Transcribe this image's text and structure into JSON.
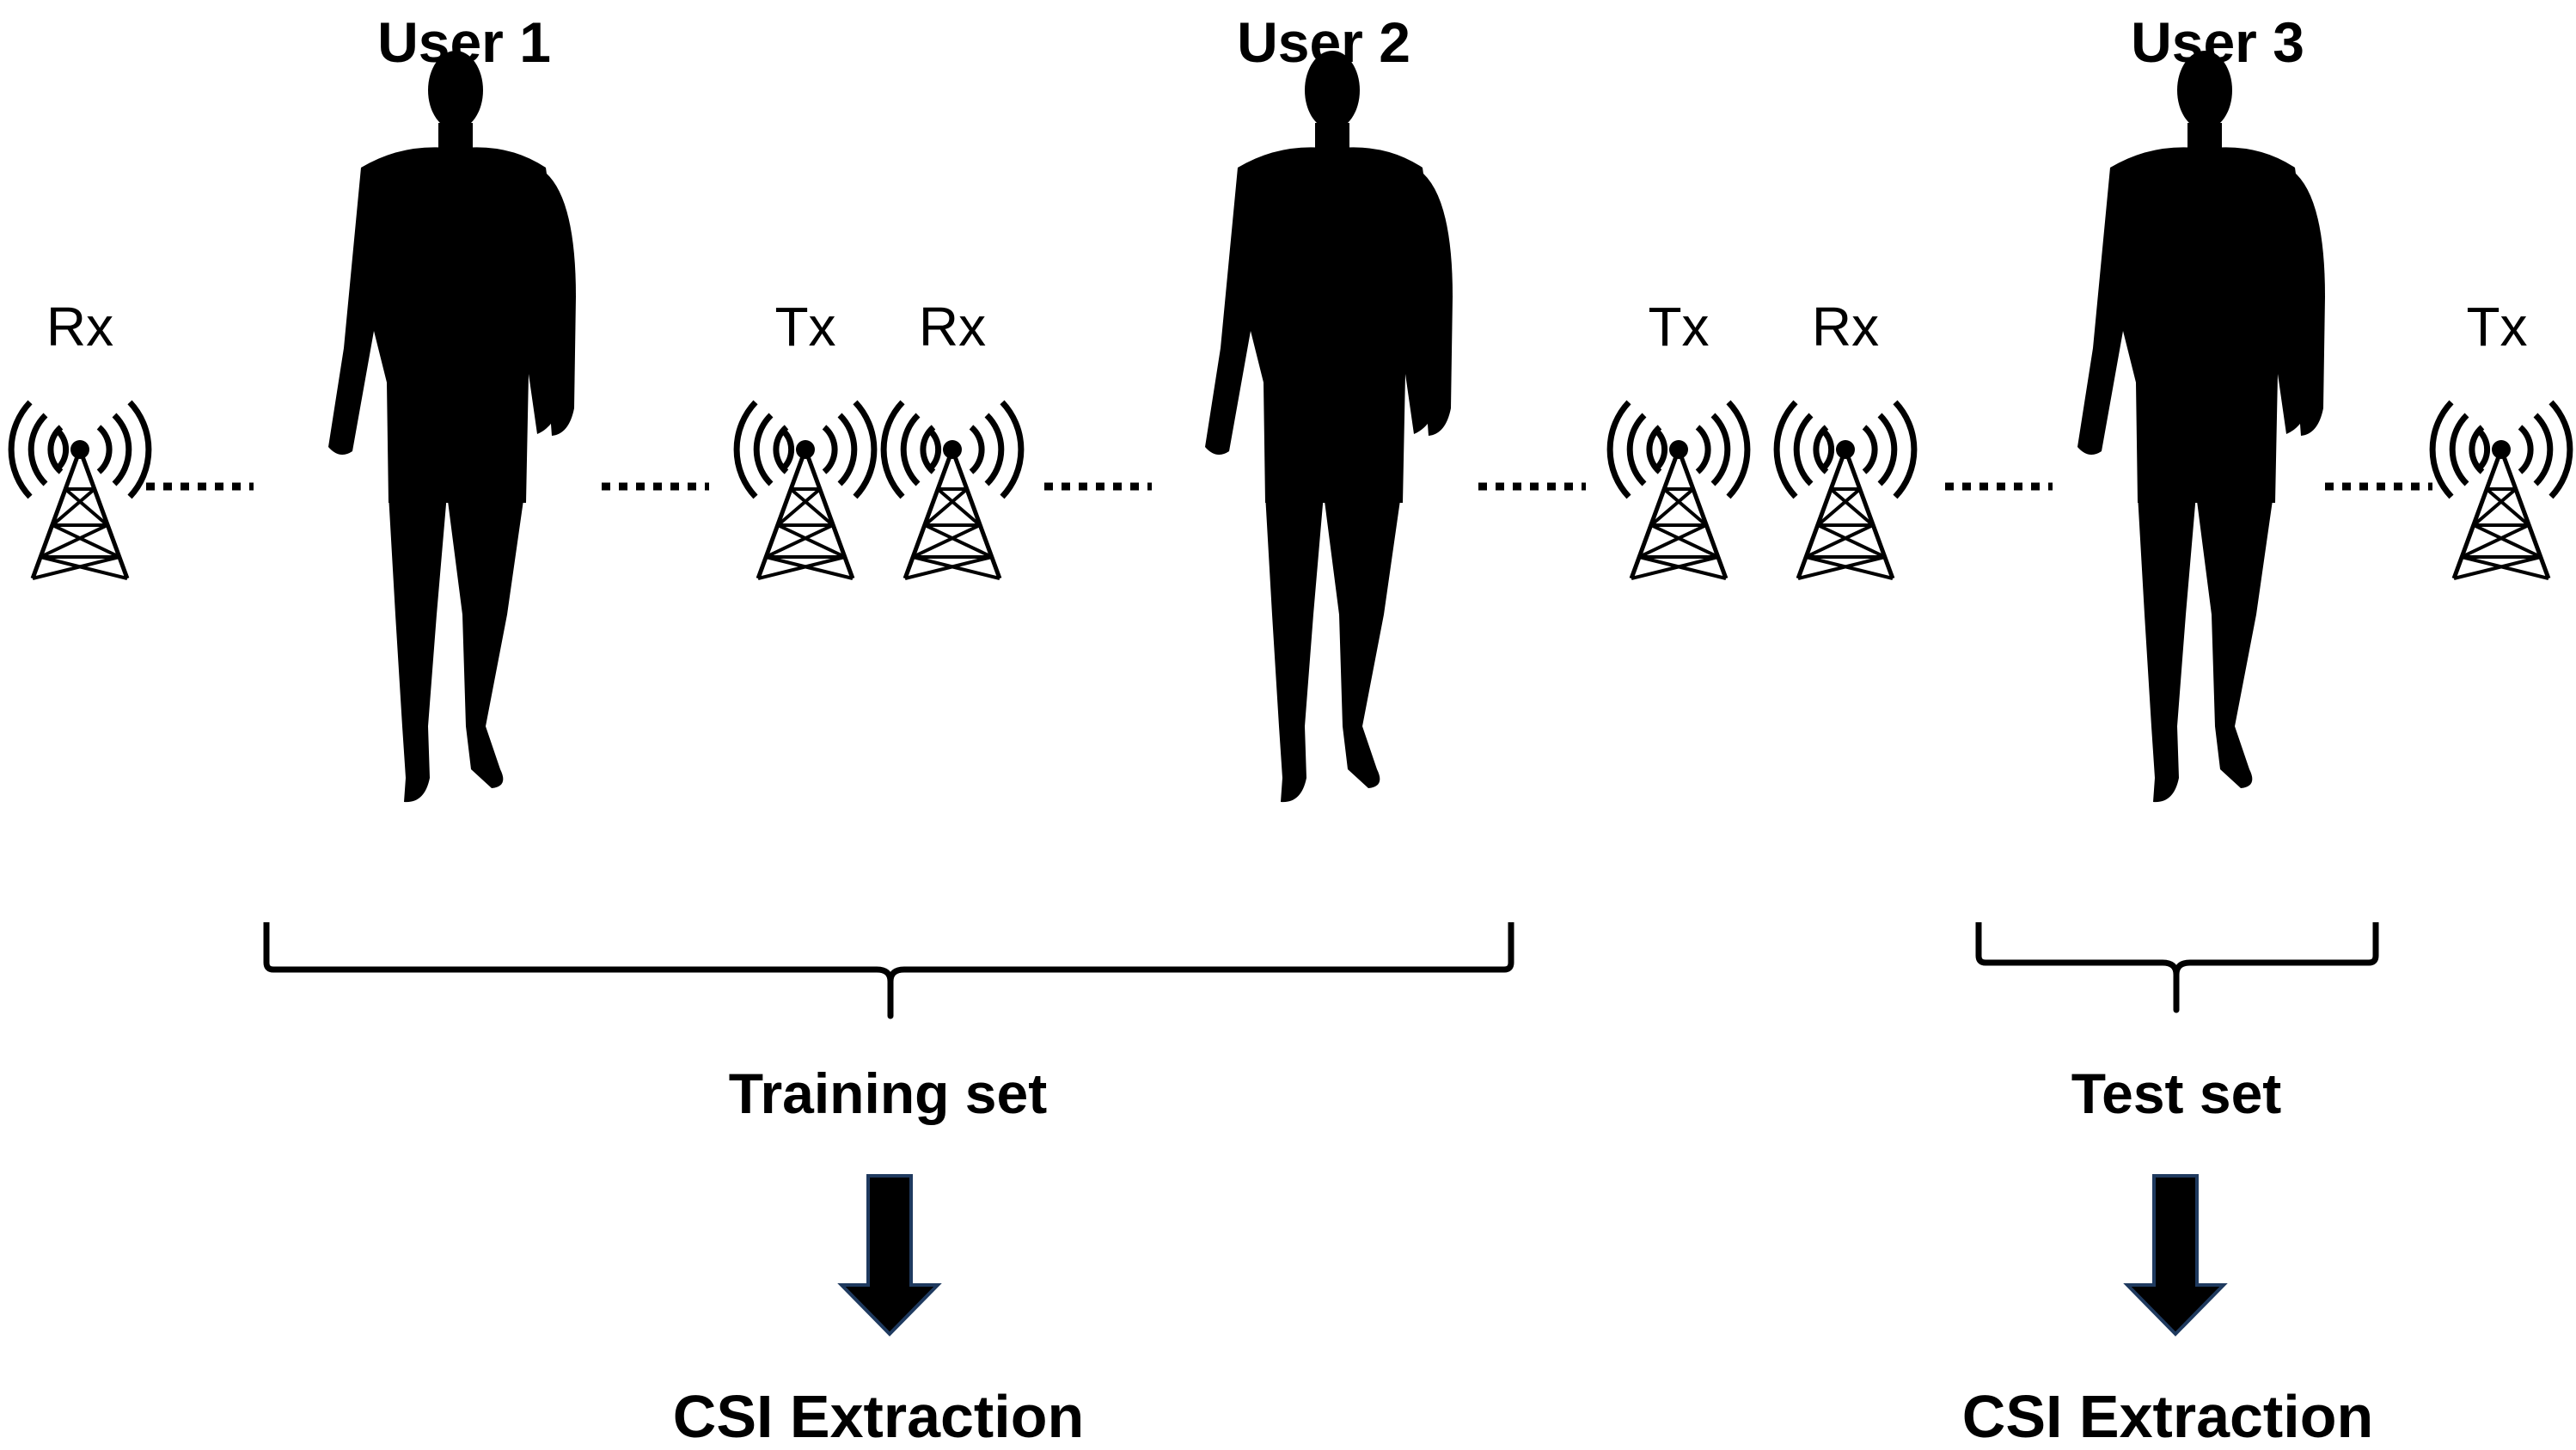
{
  "users": [
    {
      "title": "User 1"
    },
    {
      "title": "User 2"
    },
    {
      "title": "User 3"
    }
  ],
  "antennas": [
    {
      "label": "Rx",
      "icon": "antenna-tower-icon"
    },
    {
      "label": "Tx",
      "icon": "antenna-tower-icon"
    },
    {
      "label": "Rx",
      "icon": "antenna-tower-icon"
    },
    {
      "label": "Tx",
      "icon": "antenna-tower-icon"
    },
    {
      "label": "Rx",
      "icon": "antenna-tower-icon"
    },
    {
      "label": "Tx",
      "icon": "antenna-tower-icon"
    }
  ],
  "groups": [
    {
      "label": "Training set",
      "output": "CSI Extraction"
    },
    {
      "label": "Test set",
      "output": "CSI Extraction"
    }
  ],
  "colors": {
    "silhouette": "#000000",
    "arrow_fill": "#000000",
    "arrow_stroke": "#1f3a5f",
    "text": "#000000"
  }
}
